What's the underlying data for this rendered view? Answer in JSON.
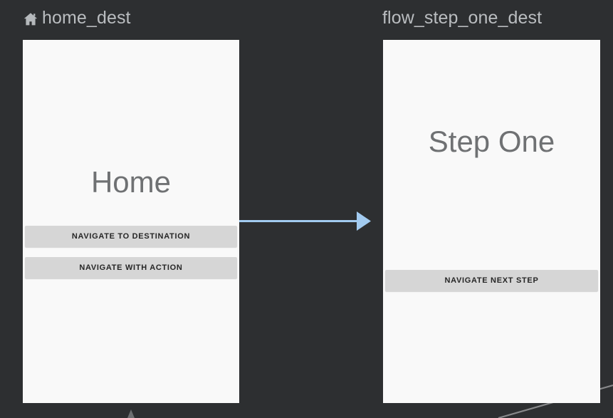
{
  "canvas": {
    "background_color": "#2d2f31",
    "card_background_color": "#f9f9f9",
    "active_connector_color": "#a2cbf0",
    "idle_connector_color": "#88898b"
  },
  "destinations": [
    {
      "id": "home_dest",
      "label": "home_dest",
      "icon": "home-icon",
      "has_start_icon": true,
      "screen_title": "Home",
      "buttons": [
        {
          "id": "navigate-to-destination",
          "label": "NAVIGATE TO DESTINATION"
        },
        {
          "id": "navigate-with-action",
          "label": "NAVIGATE WITH ACTION"
        }
      ]
    },
    {
      "id": "flow_step_one_dest",
      "label": "flow_step_one_dest",
      "icon": null,
      "has_start_icon": false,
      "screen_title": "Step One",
      "buttons": [
        {
          "id": "navigate-next-step",
          "label": "NAVIGATE NEXT STEP"
        }
      ]
    }
  ],
  "connectors": [
    {
      "id": "home-to-step-one",
      "from": "home_dest",
      "to": "flow_step_one_dest",
      "state": "selected",
      "color": "#a2cbf0"
    },
    {
      "id": "home-outgoing-bottom",
      "from": "home_dest",
      "to": null,
      "state": "normal",
      "color": "#88898b"
    },
    {
      "id": "step-one-outgoing-bottom-right",
      "from": "flow_step_one_dest",
      "to": null,
      "state": "normal",
      "color": "#88898b"
    }
  ]
}
